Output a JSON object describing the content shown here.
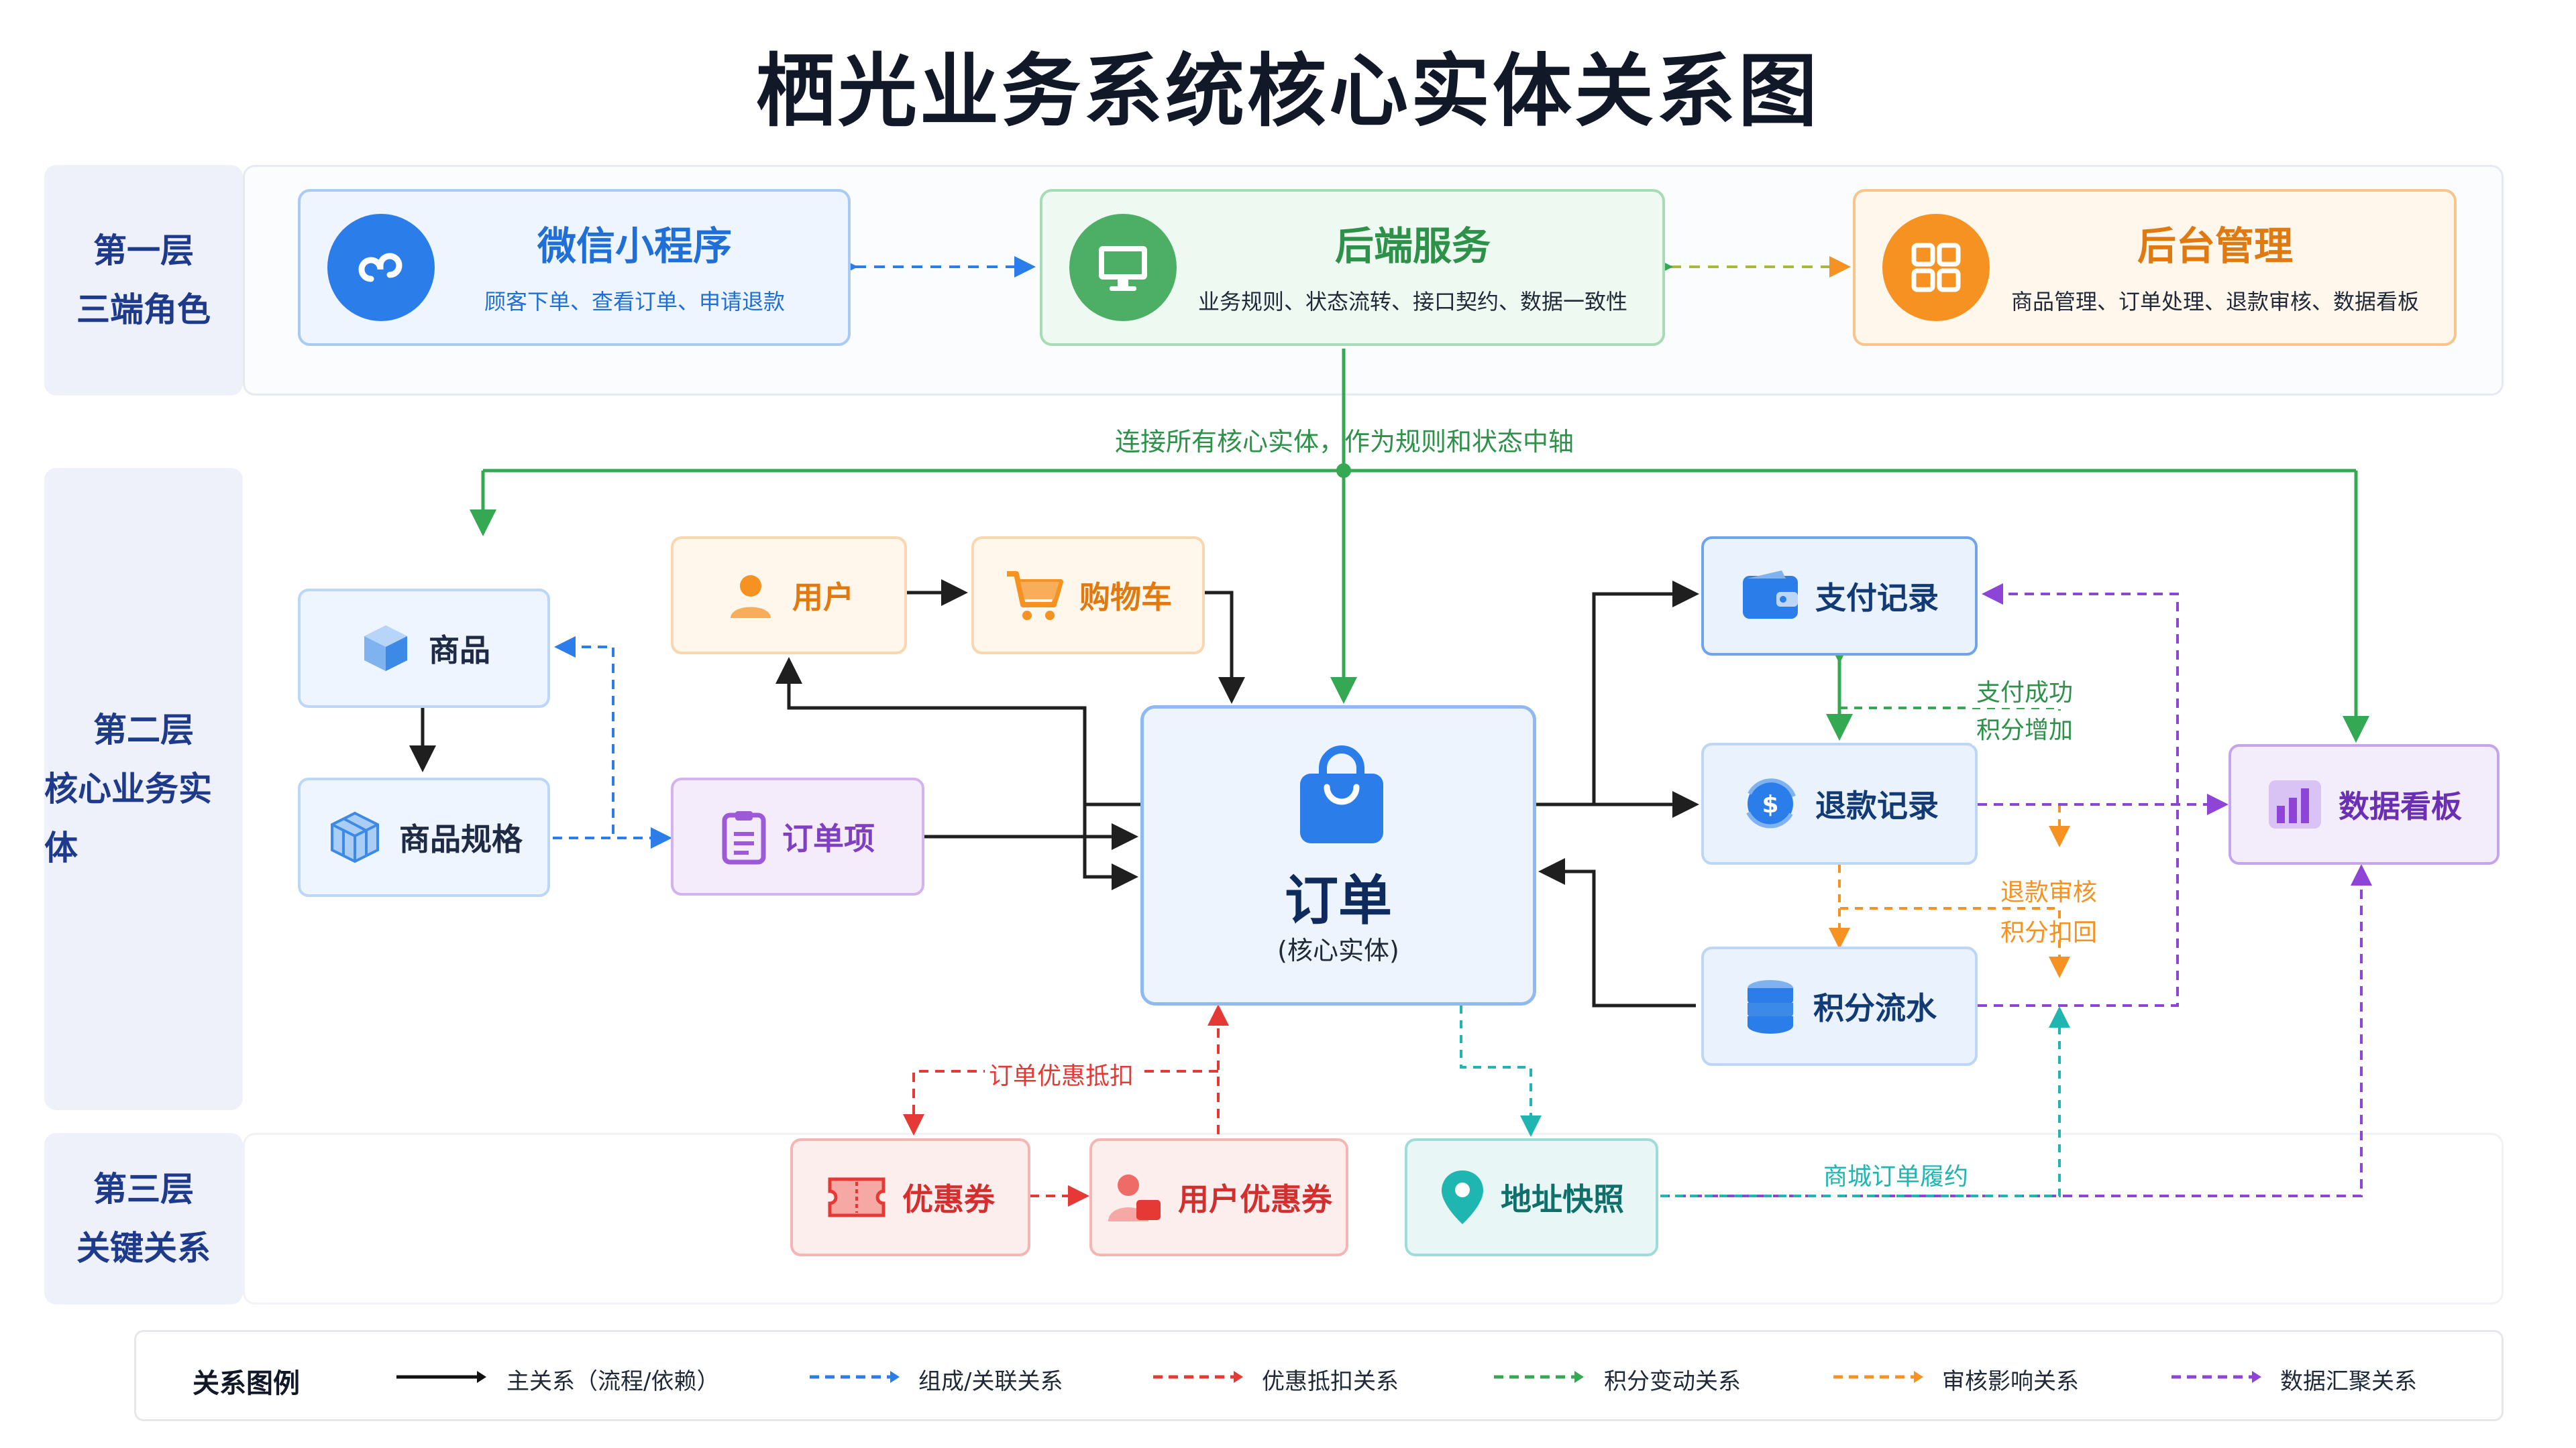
{
  "title": "栖光业务系统核心实体关系图",
  "layers": {
    "l1": {
      "name": "第一层",
      "sub": "三端角色"
    },
    "l2": {
      "name": "第二层",
      "sub": "核心业务实体"
    },
    "l3": {
      "name": "第三层",
      "sub": "关键关系"
    }
  },
  "roles": {
    "miniapp": {
      "title": "微信小程序",
      "desc": "顾客下单、查看订单、申请退款",
      "icon": "mini-program-icon",
      "color": "#2b7de9"
    },
    "backend": {
      "title": "后端服务",
      "desc": "业务规则、状态流转、接口契约、数据一致性",
      "icon": "monitor-icon",
      "color": "#34a853"
    },
    "admin": {
      "title": "后台管理",
      "desc": "商品管理、订单处理、退款审核、数据看板",
      "icon": "grid-icon",
      "color": "#f59222"
    }
  },
  "entities": {
    "product": "商品",
    "sku": "商品规格",
    "user": "用户",
    "cart": "购物车",
    "order_item": "订单项",
    "order": "订单",
    "order_sub": "(核心实体)",
    "payment": "支付记录",
    "refund": "退款记录",
    "points": "积分流水",
    "dashboard": "数据看板",
    "coupon": "优惠券",
    "user_coupon": "用户优惠券",
    "address": "地址快照"
  },
  "edge_labels": {
    "backend_hub": "连接所有核心实体，作为规则和状态中轴",
    "pay_success": "支付成功",
    "points_add": "积分增加",
    "refund_audit": "退款审核",
    "points_deduct": "积分扣回",
    "order_discount": "订单优惠抵扣",
    "mall_fulfill": "商城订单履约"
  },
  "legend": {
    "title": "关系图例",
    "items": [
      {
        "label": "主关系（流程/依赖）",
        "color": "#111111",
        "dashed": false
      },
      {
        "label": "组成/关联关系",
        "color": "#2b7de9",
        "dashed": true
      },
      {
        "label": "优惠抵扣关系",
        "color": "#e53935",
        "dashed": true
      },
      {
        "label": "积分变动关系",
        "color": "#34a853",
        "dashed": true
      },
      {
        "label": "审核影响关系",
        "color": "#f59222",
        "dashed": true
      },
      {
        "label": "数据汇聚关系",
        "color": "#8e44d6",
        "dashed": true
      }
    ]
  }
}
